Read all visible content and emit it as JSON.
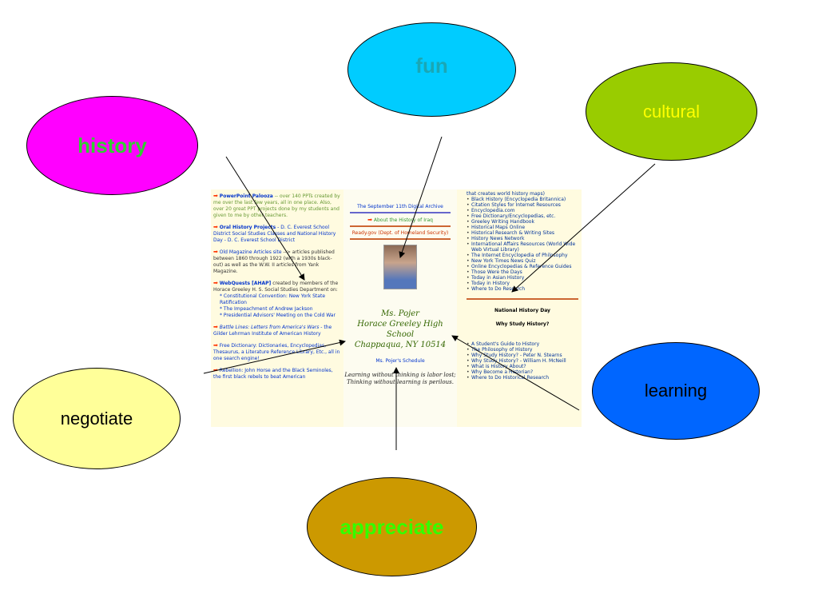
{
  "bubbles": {
    "fun": "fun",
    "history": "history",
    "cultural": "cultural",
    "learning": "learning",
    "negotiate": "negotiate",
    "appreciate": "appreciate"
  },
  "site": {
    "left": [
      {
        "link": "PowerPoint Palooza",
        "text": " -- over 140 PPTs created by me over the last few years, all in one place. Also, over 20 great PPT projects done by my students and given to me by other teachers."
      },
      {
        "link": "Oral History Projects",
        "text": " - D. C. Everest School District Social Studies Classes and National History Day - D. C. Everest School District"
      },
      {
        "link": "Old Magazine Articles site",
        "text": " --> articles published between 1860 through 1922 (with a 1930s black-out) as well as the W.W. II articles from Yank Magazine."
      },
      {
        "link": "WebQuests [AHAP]",
        "text": " created by members of the Horace Greeley H. S. Social Studies Department on:"
      },
      {
        "link": "Battle Lines: Letters from America's Wars",
        "text": " - the Gilder Lehrman Institute of American History"
      },
      {
        "link": "Free Dictionary",
        "text": ": Dictionaries, Encyclopedias, Thesaurus, a Literature Reference Library, Etc., all in one search engine!"
      },
      {
        "link": "Rebellion: John Horse and the Black Seminoles",
        "text": ", the first black rebels to beat American"
      }
    ],
    "webquests": [
      "* Constitutional Convention: New York State Ratification",
      "* The Impeachment of Andrew Jackson",
      "* Presidential Advisors' Meeting on the Cold War"
    ],
    "middle": {
      "link1": "The September 11th Digital Archive",
      "link2": "About the History of Iraq",
      "link3": "Ready.gov (Dept. of Homeland Security)",
      "name": "Ms. Pojer",
      "school": "Horace Greeley High School",
      "city": "Chappaqua, NY 10514",
      "schedule": "Ms. Pojer's Schedule",
      "quote1": "Learning without thinking is labor lost;",
      "quote2": "Thinking without learning is perilous."
    },
    "right_top": [
      "that creates world history maps)",
      "Black History (Encyclopedia Britannica)",
      "Citation Styles for Internet Resources",
      "Encyclopedia.com",
      "Free Dictionary/Encyclopedias, etc.",
      "Greeley Writing Handbook",
      "Historical Maps Online",
      "Historical Research & Writing Sites",
      "History News Network",
      "International Affairs Resources (World Wide Web Virtual Library)",
      "The Internet Encyclopedia of Philosophy",
      "New York Times News Quiz",
      "Online Encyclopedias & Reference Guides",
      "Those Were the Days",
      "Today in Asian History",
      "Today in History",
      "Where to Do Research"
    ],
    "right_head1": "National History Day",
    "right_head2": "Why Study History?",
    "right_bottom": [
      "A Student's Guide to History",
      "The Philosophy of History",
      "Why Study History? - Peter N. Stearns",
      "Why Study History? - William H. McNeill",
      "What is History About?",
      "Why Become a Historian?",
      "Where to Do Historical Research"
    ]
  }
}
